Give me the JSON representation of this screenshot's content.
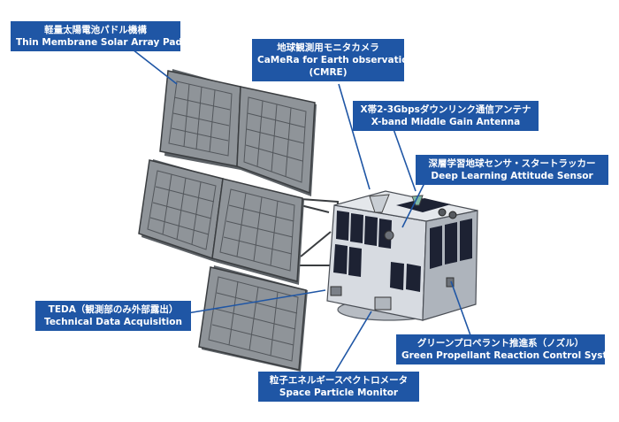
{
  "callouts": [
    {
      "id": "paddle",
      "ja": "軽量太陽電池パドル機構",
      "en": "Thin Membrane Solar Array Paddle"
    },
    {
      "id": "cmre",
      "ja": "地球観測用モニタカメラ",
      "en": "CaMeRa for Earth observation",
      "en2": "(CMRE)"
    },
    {
      "id": "antenna",
      "ja": "X帯2-3Gbpsダウンリンク通信アンテナ",
      "en": "X-band Middle Gain Antenna"
    },
    {
      "id": "dlas",
      "ja": "深層学習地球センサ・スタートラッカー",
      "en": "Deep Learning Attitude Sensor"
    },
    {
      "id": "teda",
      "ja": "TEDA（観測部のみ外部露出）",
      "en": "Technical Data Acquisition"
    },
    {
      "id": "spm",
      "ja": "粒子エネルギースペクトロメータ",
      "en": "Space Particle Monitor"
    },
    {
      "id": "grcs",
      "ja": "グリーンプロペラント推進系（ノズル）",
      "en": "Green Propellant Reaction Control System"
    }
  ],
  "colors": {
    "label_bg": "#1f56a5",
    "label_text": "#ffffff",
    "leader_line": "#1f56a5",
    "panel_fill": "#8f9499",
    "panel_stroke": "#3a3d40",
    "body_fill": "#d7dbe1",
    "solar_cell": "#1d2233"
  }
}
